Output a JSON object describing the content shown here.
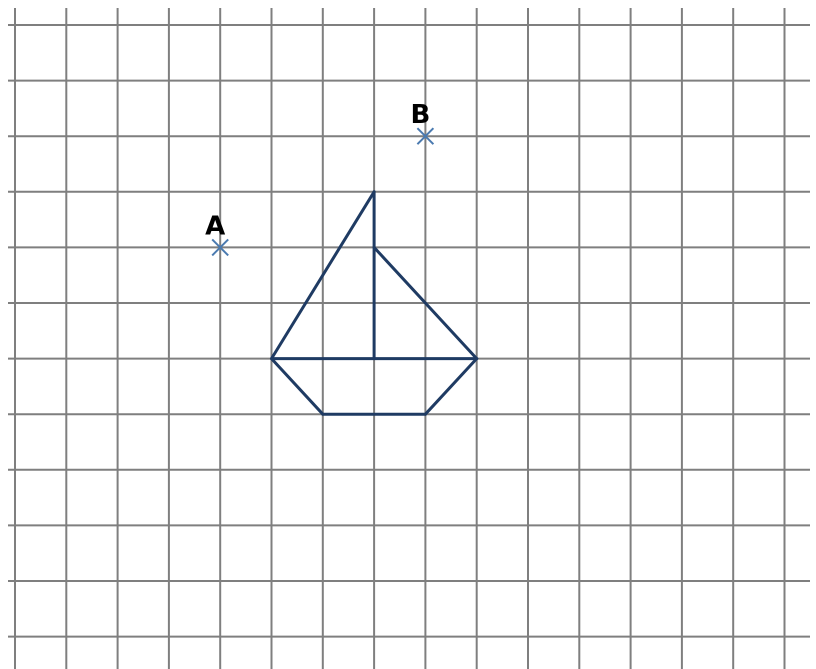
{
  "colors": {
    "grid": "#7f7f7f",
    "shape": "#1f3b63",
    "point_mark": "#4a7ab0",
    "label": "#000000",
    "background": "#ffffff"
  },
  "points": [
    {
      "id": "A",
      "label": "A",
      "col": 4,
      "row": 4
    },
    {
      "id": "B",
      "label": "B",
      "col": 8,
      "row": 2
    }
  ],
  "shape": {
    "name": "sailboat",
    "segments": [
      {
        "name": "sail-left-edge",
        "from": [
          5,
          6
        ],
        "to": [
          7,
          3
        ]
      },
      {
        "name": "mast",
        "from": [
          7,
          3
        ],
        "to": [
          7,
          6
        ]
      },
      {
        "name": "sail-right-edge",
        "from": [
          7,
          4
        ],
        "to": [
          9,
          6
        ]
      },
      {
        "name": "deck-line",
        "from": [
          5,
          6
        ],
        "to": [
          9,
          6
        ]
      },
      {
        "name": "hull-left",
        "from": [
          5,
          6
        ],
        "to": [
          6,
          7
        ]
      },
      {
        "name": "hull-bottom",
        "from": [
          6,
          7
        ],
        "to": [
          8,
          7
        ]
      },
      {
        "name": "hull-right",
        "from": [
          8,
          7
        ],
        "to": [
          9,
          6
        ]
      }
    ]
  }
}
